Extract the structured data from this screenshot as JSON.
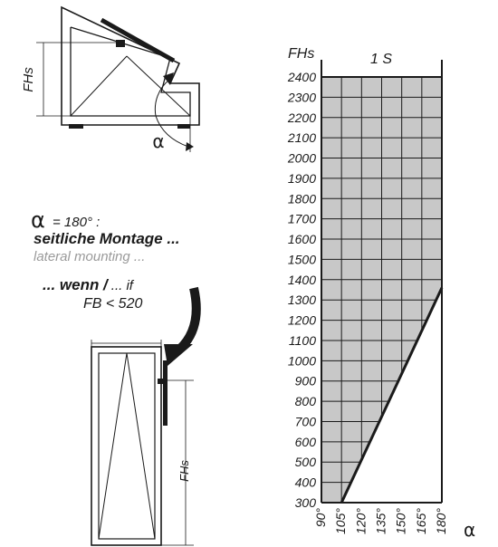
{
  "top_diagram": {
    "fhs_label": "FHs",
    "alpha_label": "α"
  },
  "notes": {
    "alpha_symbol": "α",
    "alpha_value": "= 180° :",
    "mount_de": "seitliche Montage ...",
    "mount_en": "lateral mounting ...",
    "wenn_de": "... wenn /",
    "wenn_en": "... if",
    "condition": "FB < 520"
  },
  "bottom_diagram": {
    "fhs_label": "FHs"
  },
  "chart_data": {
    "type": "area",
    "ylabel": "FHs",
    "xlabel": "α",
    "series_label": "1 S",
    "y_ticks": [
      "2400",
      "2300",
      "2200",
      "2100",
      "2000",
      "1900",
      "1800",
      "1700",
      "1600",
      "1500",
      "1400",
      "1300",
      "1200",
      "1100",
      "1000",
      "900",
      "800",
      "700",
      "600",
      "500",
      "400",
      "300"
    ],
    "x_ticks": [
      "90°",
      "105°",
      "120°",
      "135°",
      "150°",
      "165°",
      "180°"
    ],
    "ylim": [
      300,
      2400
    ],
    "xlim": [
      90,
      180
    ],
    "boundary": [
      {
        "x": 105,
        "y": 300
      },
      {
        "x": 180,
        "y": 1360
      }
    ],
    "colors": {
      "fill": "#c8c8c8",
      "line": "#1a1a1a",
      "grid": "#1a1a1a"
    }
  }
}
